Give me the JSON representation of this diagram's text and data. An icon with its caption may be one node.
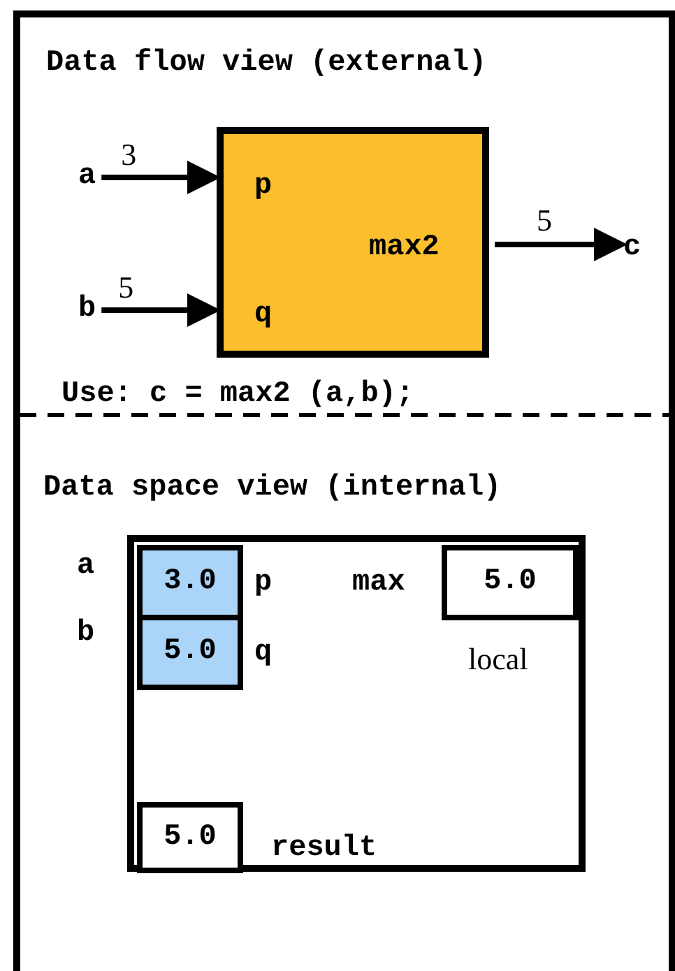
{
  "diagram": {
    "nodes": [
      {
        "text": [
          "a"
        ]
      },
      {
        "text": [
          "b"
        ]
      },
      {
        "text": [
          "p",
          "max2",
          "q"
        ]
      },
      {
        "text": [
          "c"
        ]
      },
      {
        "text": [],
        "shape": "box"
      },
      {
        "text": [
          "3.0"
        ],
        "beside": [
          "p"
        ],
        "in": 4
      },
      {
        "text": [
          "5.0"
        ],
        "beside": [
          "q"
        ],
        "in": 4
      },
      {
        "text": [
          "5.0"
        ],
        "beside": [
          "max",
          "local"
        ],
        "in": 4
      },
      {
        "text": [
          "5.0"
        ],
        "beside": [
          "result"
        ],
        "in": 4
      }
    ],
    "edges": [
      {
        "from": 0,
        "to": 2,
        "arrow": "to",
        "label": "3"
      },
      {
        "from": 1,
        "to": 2,
        "arrow": "to",
        "label": "5"
      },
      {
        "from": 2,
        "to": 3,
        "arrow": "to",
        "label": "5"
      }
    ],
    "labels": [
      "Data flow view (external)",
      "Use: c = max2 (a,b);",
      "Data space view (internal)",
      "a",
      "b"
    ]
  }
}
